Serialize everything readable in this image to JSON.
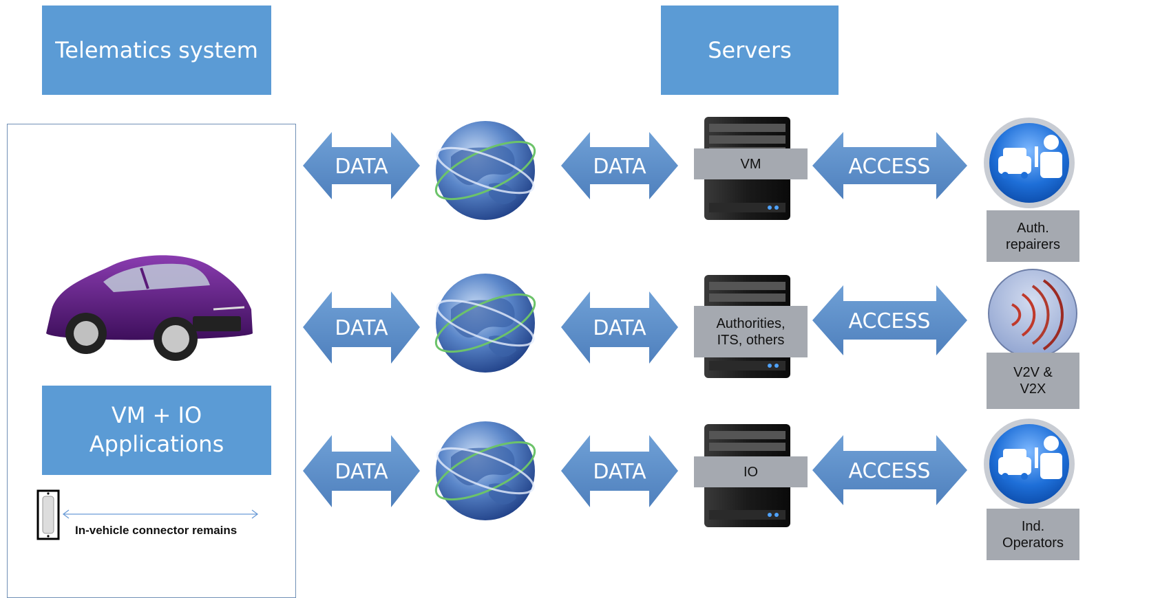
{
  "headers": {
    "telematics": "Telematics system",
    "servers": "Servers"
  },
  "vehicle_panel": {
    "apps_line1": "VM + IO",
    "apps_line2": "Applications",
    "connector_text": "In-vehicle connector remains"
  },
  "rows": [
    {
      "data_left": "DATA",
      "data_right": "DATA",
      "server_label": "VM",
      "access": "ACCESS",
      "endpoint_line1": "Auth.",
      "endpoint_line2": "repairers",
      "endpoint_icon": "repairer-icon"
    },
    {
      "data_left": "DATA",
      "data_right": "DATA",
      "server_label_line1": "Authorities,",
      "server_label_line2": "ITS, others",
      "access": "ACCESS",
      "endpoint_line1": "V2V &",
      "endpoint_line2": "V2X",
      "endpoint_icon": "signal-waves-icon"
    },
    {
      "data_left": "DATA",
      "data_right": "DATA",
      "server_label": "IO",
      "access": "ACCESS",
      "endpoint_line1": "Ind.",
      "endpoint_line2": "Operators",
      "endpoint_icon": "repairer-icon"
    }
  ],
  "colors": {
    "header_blue": "#5b9bd5",
    "arrow_blue": "#5f8fc8",
    "label_grey": "#a5a9b0",
    "car_purple": "#5a1a78"
  }
}
